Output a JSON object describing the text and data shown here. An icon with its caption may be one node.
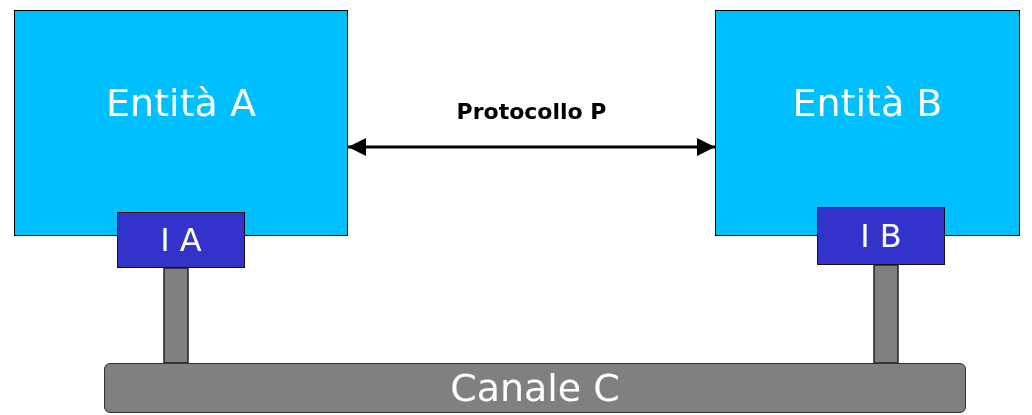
{
  "diagram": {
    "nodes": [
      {
        "text": [
          "Entità A"
        ]
      },
      {
        "text": [
          "I A"
        ]
      },
      {
        "text": [
          "Entità B"
        ]
      },
      {
        "text": [
          "I B"
        ]
      },
      {
        "text": [
          "Canale C"
        ]
      }
    ],
    "edges": [
      {
        "from": 0,
        "to": 2,
        "arrow": "both",
        "label": "Protocollo P",
        "color": "#000000"
      },
      {
        "from": 1,
        "to": 4,
        "arrow": "none",
        "style": "thick"
      },
      {
        "from": 3,
        "to": 4,
        "arrow": "none",
        "style": "thick"
      }
    ]
  }
}
